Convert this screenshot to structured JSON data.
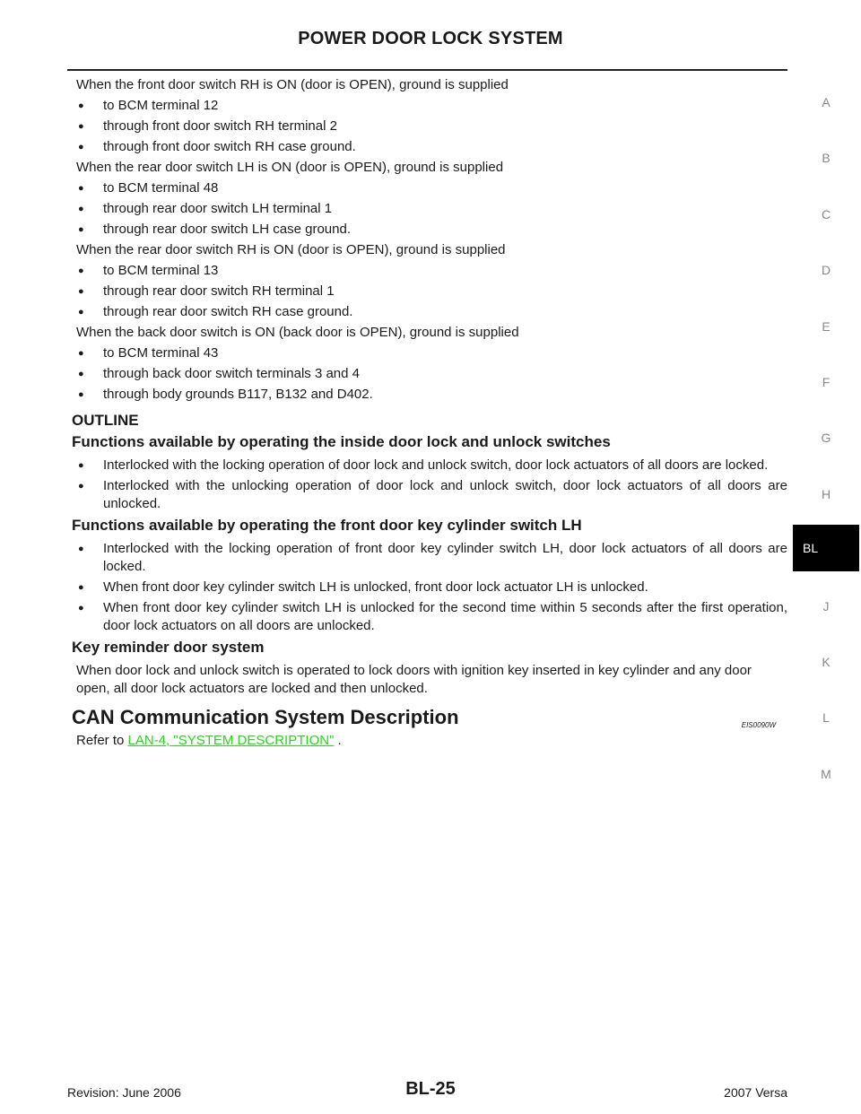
{
  "header": {
    "title": "POWER DOOR LOCK SYSTEM"
  },
  "sections": {
    "p1": "When the front door switch RH is ON (door is OPEN), ground is supplied",
    "b1": [
      "to BCM terminal 12",
      "through front door switch RH terminal 2",
      "through front door switch RH case ground."
    ],
    "p2": "When the rear door switch LH is ON (door is OPEN), ground is supplied",
    "b2": [
      "to BCM terminal 48",
      "through rear door switch LH terminal 1",
      "through rear door switch LH case ground."
    ],
    "p3": "When the rear door switch RH is ON (door is OPEN), ground is supplied",
    "b3": [
      "to BCM terminal 13",
      "through rear door switch RH terminal 1",
      "through rear door switch RH case ground."
    ],
    "p4": "When the back door switch is ON (back door is OPEN), ground is supplied",
    "b4": [
      "to BCM terminal 43",
      "through back door switch terminals 3 and 4",
      "through body grounds B117, B132 and D402."
    ],
    "outline": "OUTLINE",
    "h_inside": "Functions available by operating the inside door lock and unlock switches",
    "b_inside": [
      "Interlocked with the locking operation of door lock and unlock switch, door lock actuators of all doors are locked.",
      "Interlocked with the unlocking operation of door lock and unlock switch, door lock actuators of all doors are unlocked."
    ],
    "h_key": "Functions available by operating the front door key cylinder switch LH",
    "b_key": [
      "Interlocked with the locking operation of front door key cylinder switch LH, door lock actuators of all doors are locked.",
      "When front door key cylinder switch LH is unlocked, front door lock actuator LH is unlocked.",
      "When front door key cylinder switch LH is unlocked for the second time within 5 seconds after the first operation, door lock actuators on all doors are unlocked."
    ],
    "h_reminder": "Key reminder door system",
    "p_reminder": "When door lock and unlock switch is operated to lock doors with ignition key inserted in key cylinder and any door open, all door lock actuators are locked and then unlocked.",
    "h_can": "CAN Communication System Description",
    "can_code": "EIS0090W",
    "refer_prefix": "Refer to ",
    "refer_link": "LAN-4, \"SYSTEM DESCRIPTION\"",
    "refer_suffix": " ."
  },
  "side_index": {
    "letters": [
      "A",
      "B",
      "C",
      "D",
      "E",
      "F",
      "G",
      "H",
      "",
      "J",
      "K",
      "L",
      "M"
    ],
    "active": "BL"
  },
  "footer": {
    "revision": "Revision: June 2006",
    "page": "BL-25",
    "model": "2007 Versa"
  }
}
